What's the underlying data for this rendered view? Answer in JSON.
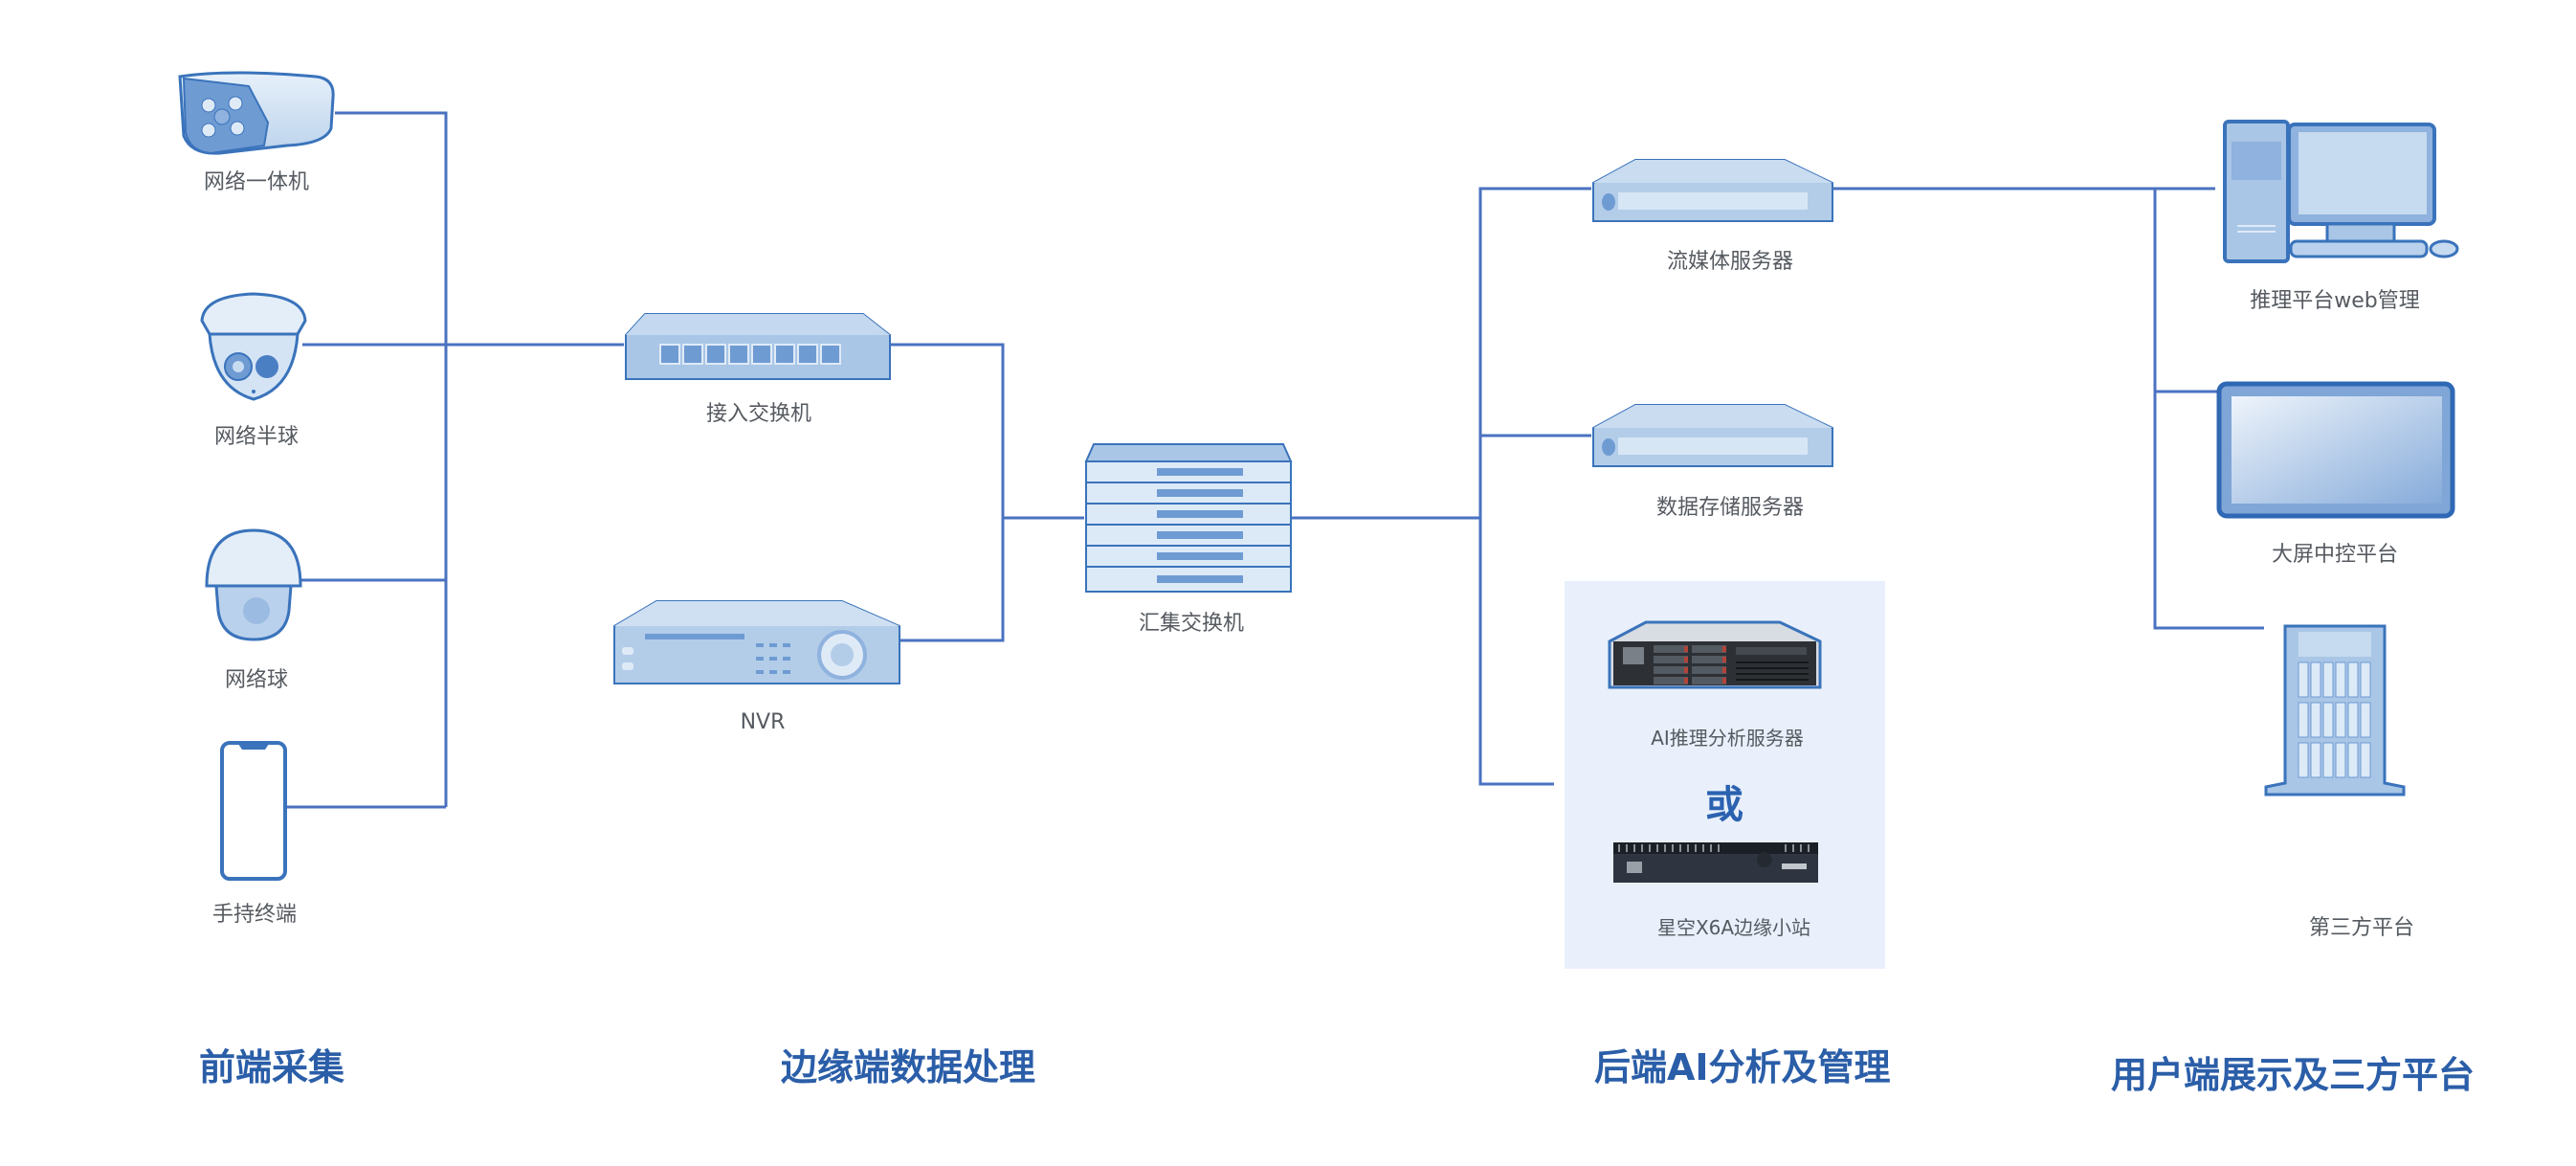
{
  "diagram": {
    "type": "network-topology",
    "line_color": "#4a72c0",
    "title_color": "#2b5ea8",
    "device_fill": "#a9c6e6",
    "device_stroke": "#3a73bb",
    "ai_box_bg": "#e9f0fb"
  },
  "sections": [
    {
      "id": "frontend",
      "title": "前端采集"
    },
    {
      "id": "edge",
      "title": "边缘端数据处理"
    },
    {
      "id": "backend",
      "title": "后端AI分析及管理"
    },
    {
      "id": "user",
      "title": "用户端展示及三方平台"
    }
  ],
  "devices": {
    "bullet_camera": {
      "label": "网络一体机",
      "icon": "bullet-camera-icon"
    },
    "dome_camera": {
      "label": "网络半球",
      "icon": "dome-camera-icon"
    },
    "ptz_camera": {
      "label": "网络球",
      "icon": "ptz-camera-icon"
    },
    "handheld": {
      "label": "手持终端",
      "icon": "handheld-terminal-icon"
    },
    "access_switch": {
      "label": "接入交换机",
      "icon": "switch-icon"
    },
    "nvr": {
      "label": "NVR",
      "icon": "nvr-icon"
    },
    "core_switch": {
      "label": "汇集交换机",
      "icon": "stacked-switch-icon"
    },
    "streaming_server": {
      "label": "流媒体服务器",
      "icon": "rack-server-icon"
    },
    "storage_server": {
      "label": "数据存储服务器",
      "icon": "rack-server-icon"
    },
    "ai_server": {
      "label": "AI推理分析服务器",
      "icon": "ai-server-icon"
    },
    "or_text": "或",
    "edge_station": {
      "label": "星空X6A边缘小站",
      "icon": "edge-box-icon"
    },
    "web_mgmt": {
      "label": "推理平台web管理",
      "icon": "desktop-pc-icon"
    },
    "big_screen": {
      "label": "大屏中控平台",
      "icon": "large-display-icon"
    },
    "third_party": {
      "label": "第三方平台",
      "icon": "tower-server-icon"
    }
  }
}
